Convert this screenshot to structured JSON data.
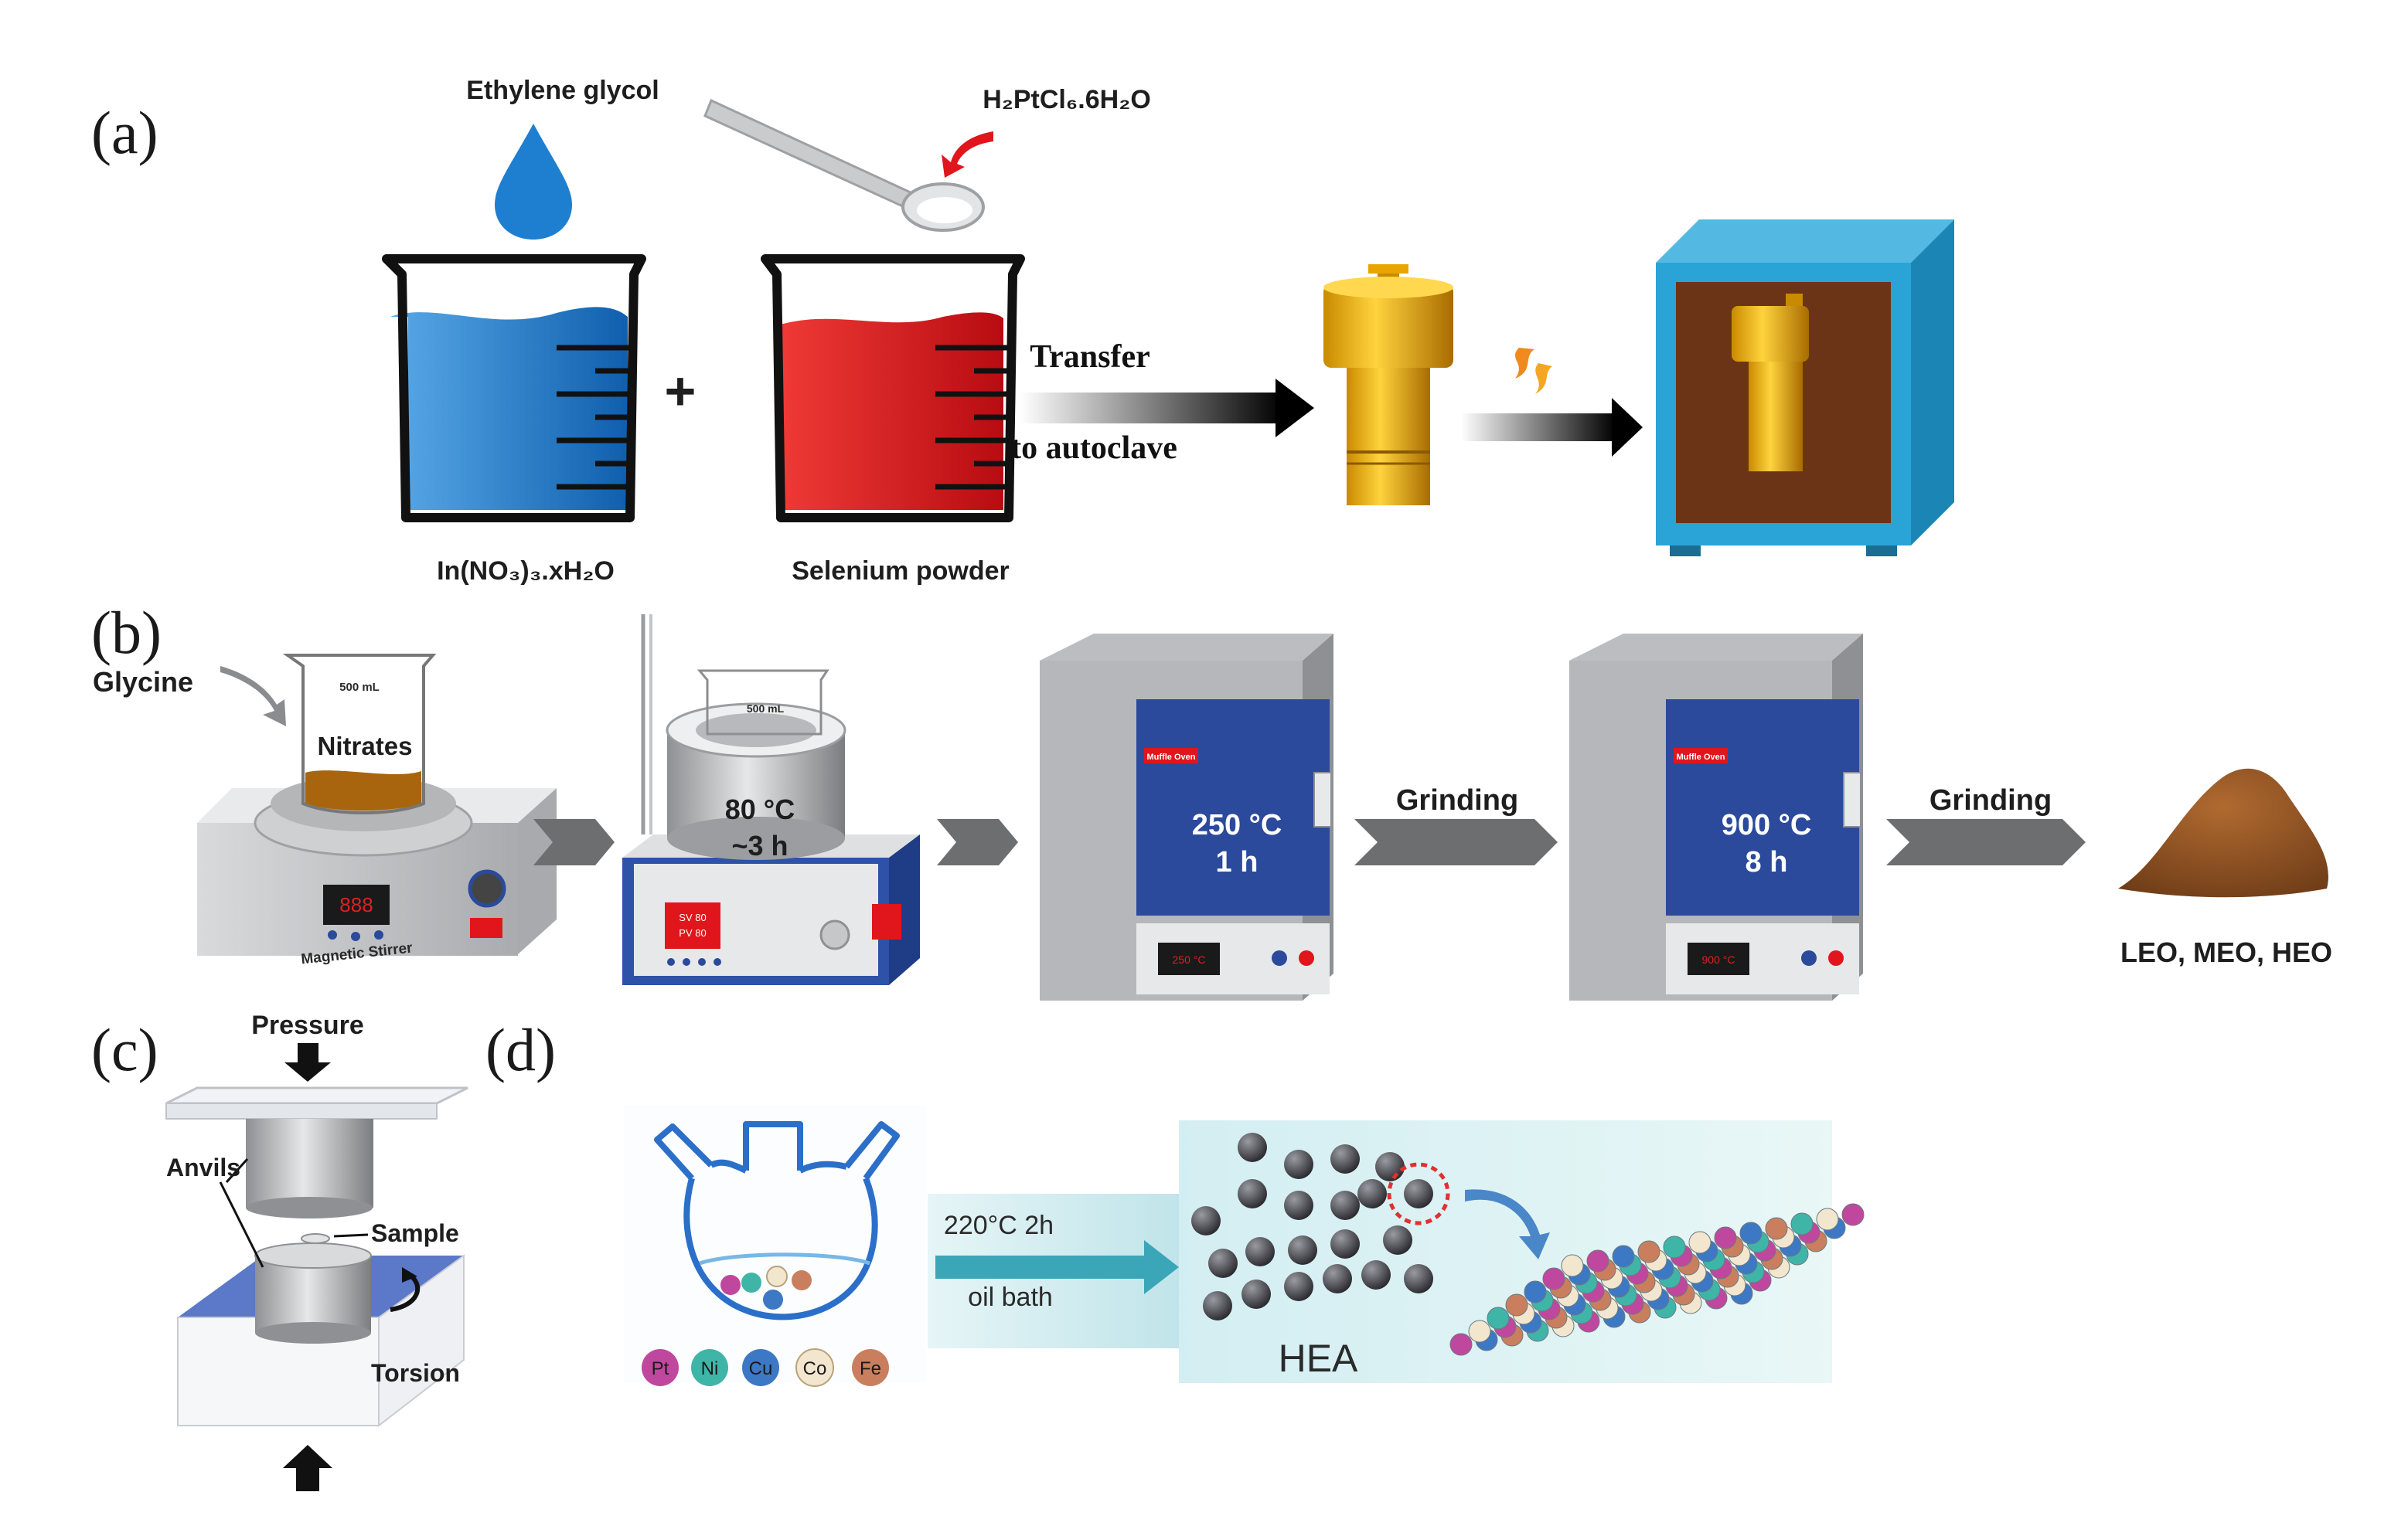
{
  "panels": {
    "a": "(a)",
    "b": "(b)",
    "c": "(c)",
    "d": "(d)"
  },
  "panel_a": {
    "drop_label": "Ethylene glycol",
    "spoon_label": "H₂PtCl₆.6H₂O",
    "beaker1_label": "In(NO₃)₃.xH₂O",
    "beaker2_label": "Selenium powder",
    "plus": "+",
    "arrow_line1": "Transfer",
    "arrow_line2": "to autoclave",
    "colors": {
      "blue_liquid": "#1e7fd0",
      "red_liquid": "#e0161c",
      "autoclave": "#f2b400",
      "oven": "#2aa4d6"
    }
  },
  "panel_b": {
    "glycine_label": "Glycine",
    "beaker_volume": "500 mL",
    "nitrates_label": "Nitrates",
    "stirrer_label": "Magnetic Stirrer",
    "bath_beaker_volume": "500 mL",
    "bath_condition_line1": "80 °C",
    "bath_condition_line2": "~3 h",
    "bath_display_line1": "SV 80",
    "bath_display_line2": "PV 80",
    "oven_brand": "Muffle Oven",
    "oven1_line1": "250 °C",
    "oven1_line2": "1 h",
    "oven1_display": "250 °C",
    "grinding_1": "Grinding",
    "oven2_line1": "900 °C",
    "oven2_line2": "8 h",
    "oven2_display": "900 °C",
    "grinding_2": "Grinding",
    "product_label": "LEO, MEO, HEO",
    "colors": {
      "oven_door": "#2b4a9c",
      "powder": "#8a4f22"
    }
  },
  "panel_c": {
    "pressure_label": "Pressure",
    "anvils_label": "Anvils",
    "sample_label": "Sample",
    "torsion_label": "Torsion",
    "colors": {
      "base": "#5b78c9"
    }
  },
  "panel_d": {
    "condition_line1": "220°C  2h",
    "condition_line2": "oil bath",
    "product_label": "HEA",
    "elements": [
      {
        "symbol": "Pt",
        "color": "#c0479e"
      },
      {
        "symbol": "Ni",
        "color": "#3fb5a8"
      },
      {
        "symbol": "Cu",
        "color": "#3d78c4"
      },
      {
        "symbol": "Co",
        "color": "#f2e6cf"
      },
      {
        "symbol": "Fe",
        "color": "#c97f5e"
      }
    ],
    "colors": {
      "flask": "#2b6fc9",
      "arrow": "#3aa6b8",
      "particle": "#3a3a3f",
      "highlight": "#e03030"
    }
  }
}
